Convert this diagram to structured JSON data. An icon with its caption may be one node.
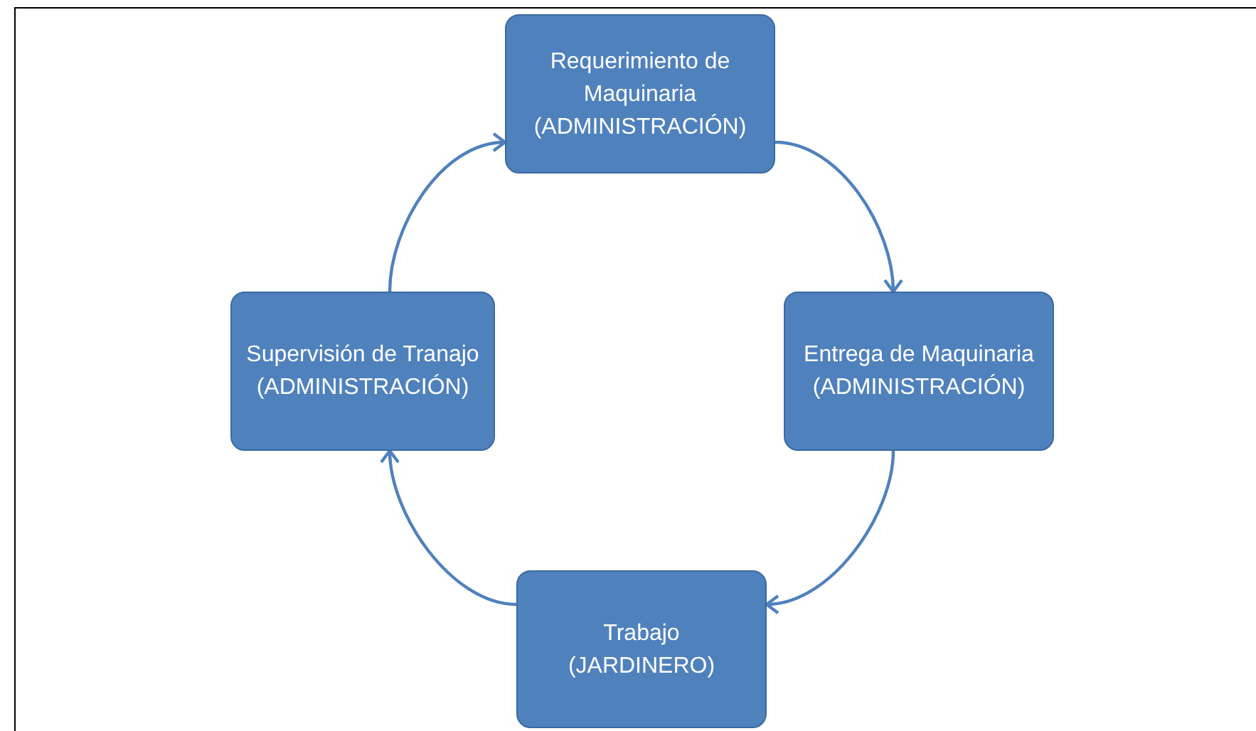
{
  "diagram": {
    "nodes": [
      {
        "text": [
          "Requerimiento de Maquinaria (ADMINISTRACIÓN)"
        ]
      },
      {
        "text": [
          "Entrega de Maquinaria (ADMINISTRACIÓN)"
        ]
      },
      {
        "text": [
          "Trabajo (JARDINERO)"
        ]
      },
      {
        "text": [
          "Supervisión de Tranajo (ADMINISTRACIÓN)"
        ]
      }
    ],
    "edges": [
      {
        "from": 0,
        "to": 1,
        "arrow": "to"
      },
      {
        "from": 1,
        "to": 2,
        "arrow": "to"
      },
      {
        "from": 2,
        "to": 3,
        "arrow": "to"
      },
      {
        "from": 3,
        "to": 0,
        "arrow": "to"
      }
    ]
  }
}
